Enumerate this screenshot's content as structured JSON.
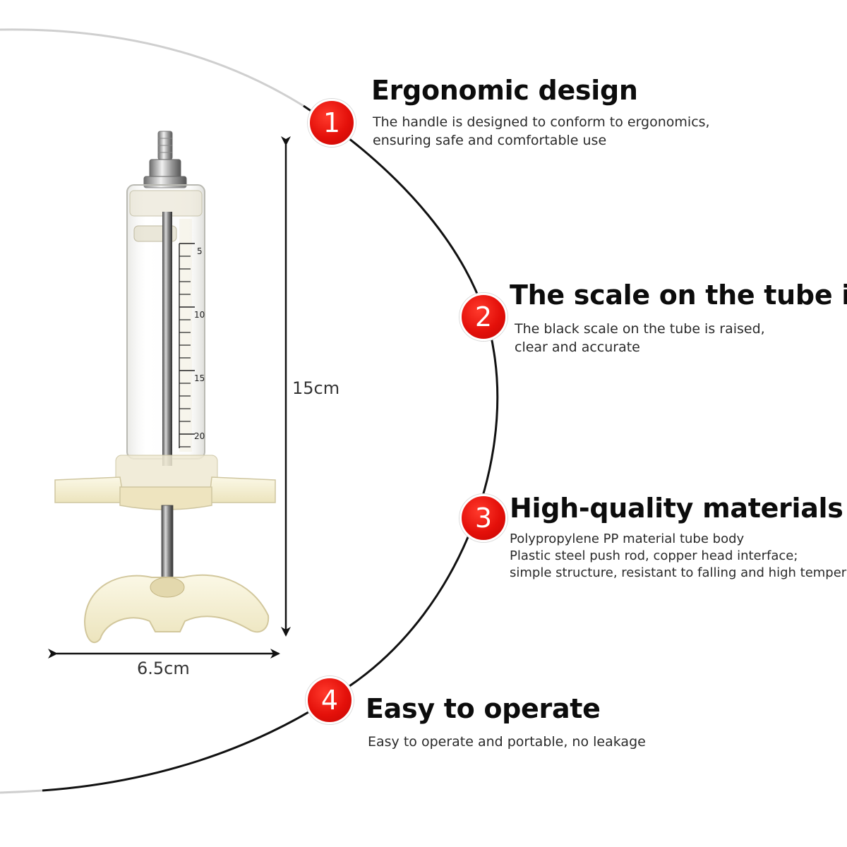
{
  "dimensions": {
    "height_label": "15cm",
    "width_label": "6.5cm"
  },
  "syringe": {
    "scale_labels": [
      "5",
      "10",
      "15",
      "20"
    ]
  },
  "features": [
    {
      "number": "1",
      "title": "Ergonomic design",
      "lines": [
        "The handle is designed to conform to ergonomics,",
        "ensuring safe and comfortable use"
      ]
    },
    {
      "number": "2",
      "title": "The scale on the tube is",
      "lines": [
        "The black scale on the tube is raised,",
        "clear and accurate"
      ]
    },
    {
      "number": "3",
      "title": "High-quality materials",
      "lines": [
        "Polypropylene PP material tube body",
        "Plastic steel push rod, copper head interface;",
        "simple structure, resistant to falling and high temperat"
      ]
    },
    {
      "number": "4",
      "title": "Easy to operate",
      "lines": [
        "Easy to operate and portable, no leakage"
      ]
    }
  ],
  "colors": {
    "badge": "#e4100a",
    "arc": "#111111"
  }
}
